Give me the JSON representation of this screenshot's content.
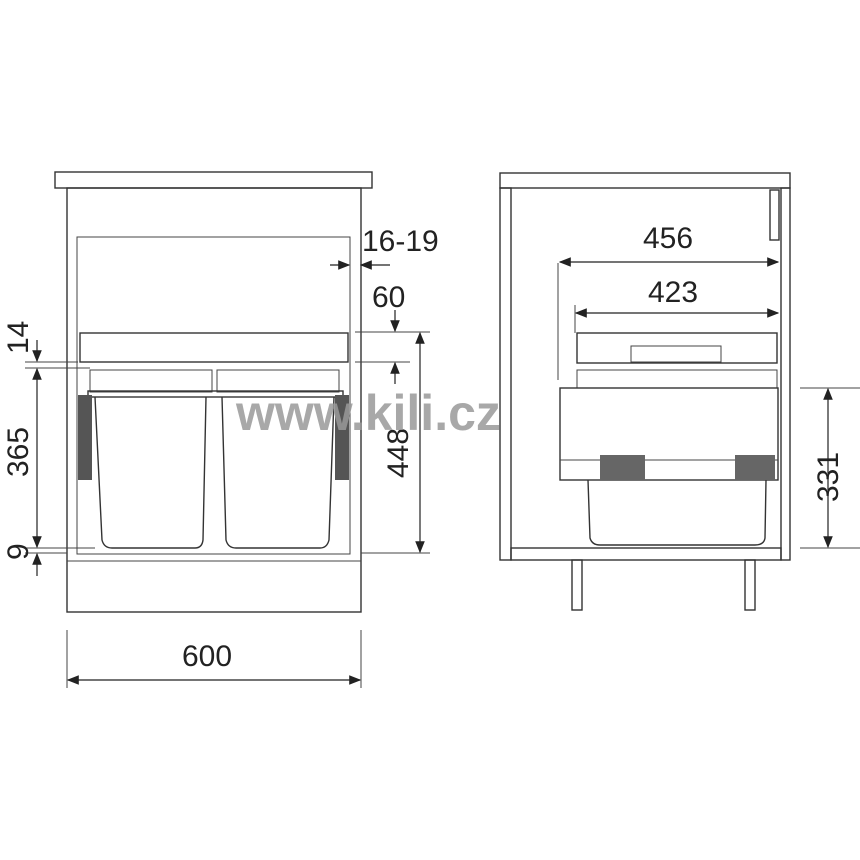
{
  "front_view": {
    "dimensions": {
      "panel_thickness": "16-19",
      "lid_height": "60",
      "top_gap": "14",
      "bin_height": "365",
      "bottom_gap": "9",
      "total_height": "448",
      "cabinet_width": "600"
    }
  },
  "side_view": {
    "dimensions": {
      "min_depth": "456",
      "frame_depth": "423",
      "drawer_height": "331"
    }
  },
  "watermark": "www.kili.cz",
  "colors": {
    "line": "#333333",
    "watermark": "#9a9a9a"
  }
}
